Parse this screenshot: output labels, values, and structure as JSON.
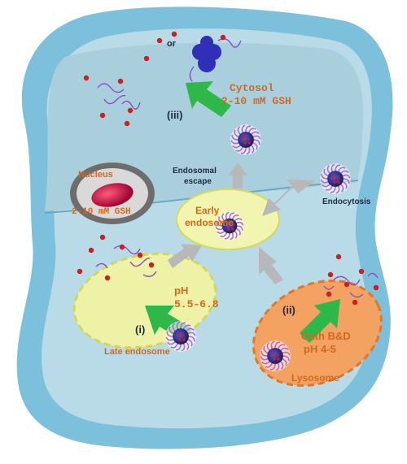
{
  "labels": {
    "or": "or",
    "cytosol_line1": "Cytosol",
    "cytosol_line2": "2-10 mM GSH",
    "step_iii": "(iii)",
    "endosomal_line1": "Endosomal",
    "endosomal_line2": "escape",
    "nucleus": "Nucleus",
    "nucleus_gsh": "2-10 mM GSH",
    "early_line1": "Early",
    "early_line2": "endosome",
    "endocytosis": "Endocytosis",
    "ph_late_line1": "pH",
    "ph_late_line2": "5.5-6.8",
    "step_i": "(i)",
    "late_endosome": "Late endosome",
    "step_ii": "(ii)",
    "cath_line1": "Cath B&D",
    "cath_line2": "pH 4-5",
    "lysosome": "Lysosome"
  },
  "colors": {
    "cell_fill": "#b9dbe8",
    "cell_outer": "#7cc0dc",
    "cytosol_region": "#a9cfdc",
    "early_fill": "#f2f5b0",
    "late_fill": "#eef2a6",
    "lysosome_fill": "#f3a261",
    "nucleus_fill": "#c80f42",
    "micelle_core": "#2c2a86",
    "micelle_arm": "#b06bd0",
    "drug_dot": "#cc1f1f",
    "arrow_green": "#2eb84a",
    "arrow_gray": "#b8b8b8",
    "label_orange": "#d2691e",
    "label_dark": "#1f2a44"
  }
}
